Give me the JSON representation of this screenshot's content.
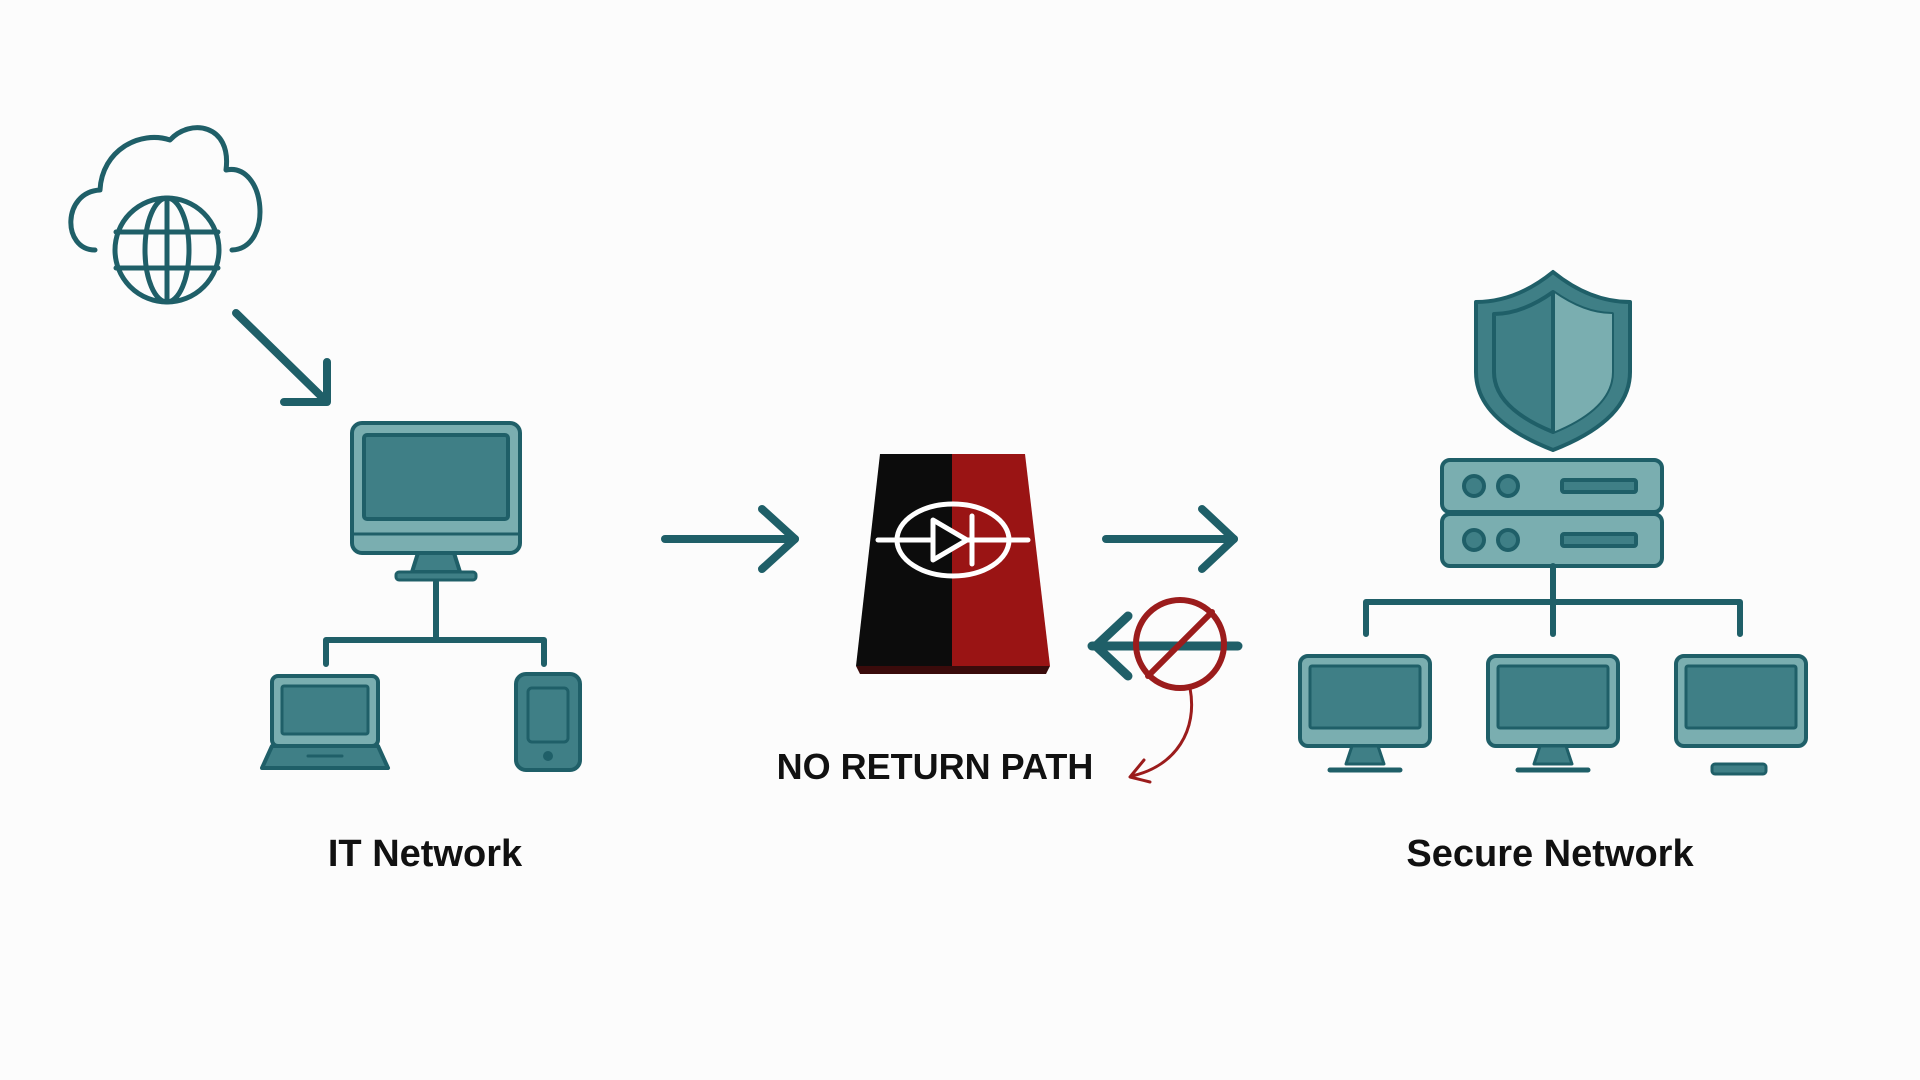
{
  "labels": {
    "it_network": "IT Network",
    "secure_network": "Secure Network",
    "no_return_path": "NO RETURN PATH"
  },
  "icons": {
    "internet": "cloud-globe-icon",
    "it_workstation": "desktop-monitor-icon",
    "it_laptop": "laptop-icon",
    "it_phone": "smartphone-icon",
    "data_diode": "data-diode-icon",
    "blocked_return": "prohibited-icon",
    "shield": "shield-icon",
    "server": "server-rack-icon",
    "secure_workstation": "desktop-monitor-icon"
  },
  "colors": {
    "teal_dark": "#1f5f68",
    "teal_mid": "#3f7f86",
    "teal_light": "#7aaeb0",
    "diode_black": "#0c0c0c",
    "diode_red": "#9a1414",
    "block_red": "#9b1c1c",
    "background": "#fcfcfc"
  }
}
